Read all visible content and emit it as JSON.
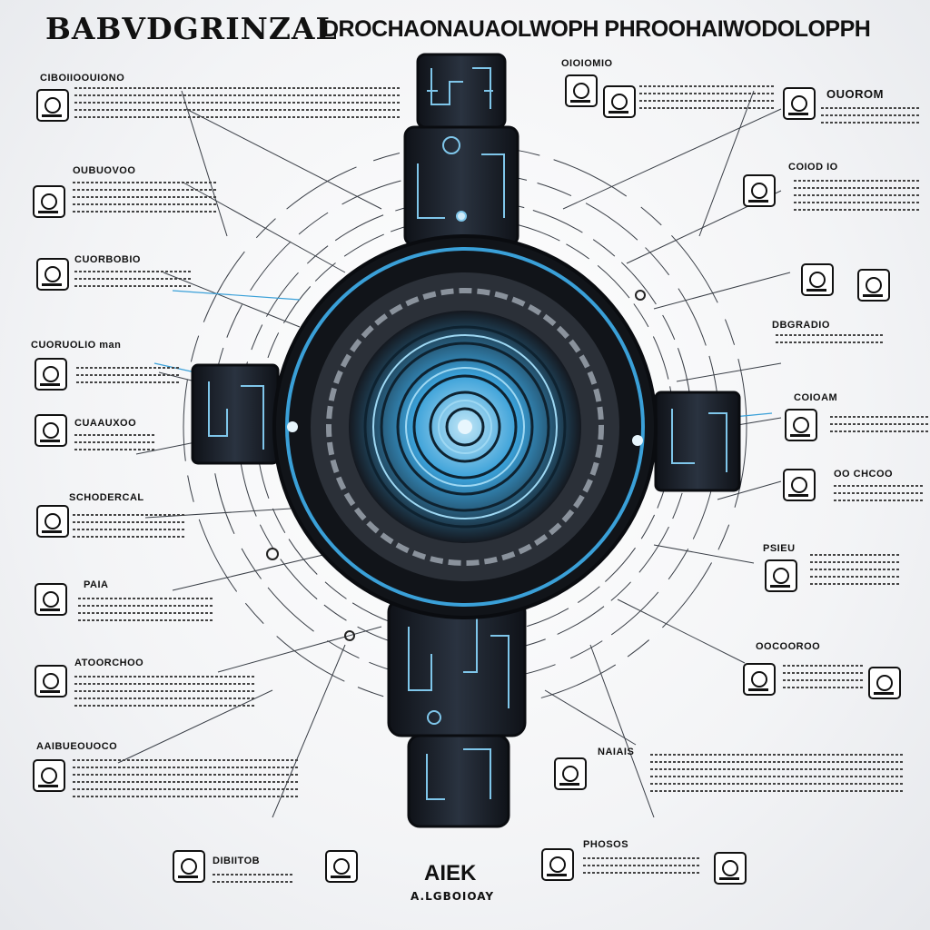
{
  "header": {
    "title_left": "BABVDGRINZAL",
    "title_right": "DROCHAONAUAOLWOPH PHROOHAIWODOLOPPH"
  },
  "center": {
    "label": "AIEK",
    "sublabel": "A.LGBOIOAY"
  },
  "palette": {
    "accent": "#3aa0d8",
    "dark": "#14181f",
    "ink": "#111111"
  },
  "callouts": {
    "left": [
      {
        "label": "CIBOIIOOUIONO"
      },
      {
        "label": "OUBUOVOO"
      },
      {
        "label": "CUORBOBIO"
      },
      {
        "label": "CUORUOLIO man"
      },
      {
        "label": "CUAAUXOO"
      },
      {
        "label": "SCHODERCAL"
      },
      {
        "label": "PAIA"
      },
      {
        "label": "ATOORCHOO"
      },
      {
        "label": "AAIBUEOUOCO"
      }
    ],
    "right": [
      {
        "label": "OIOIOMIO"
      },
      {
        "label": "OUOROM"
      },
      {
        "label": "COIOD IO"
      },
      {
        "label": "DBGRADIO"
      },
      {
        "label": "COIOAM"
      },
      {
        "label": "OO CHCOO"
      },
      {
        "label": "PSIEU"
      },
      {
        "label": "OOCOOROO"
      },
      {
        "label": "NAIAIS"
      }
    ],
    "bottom": [
      {
        "label": "DIBIITOB"
      },
      {
        "label": "PHOSOS"
      }
    ]
  }
}
